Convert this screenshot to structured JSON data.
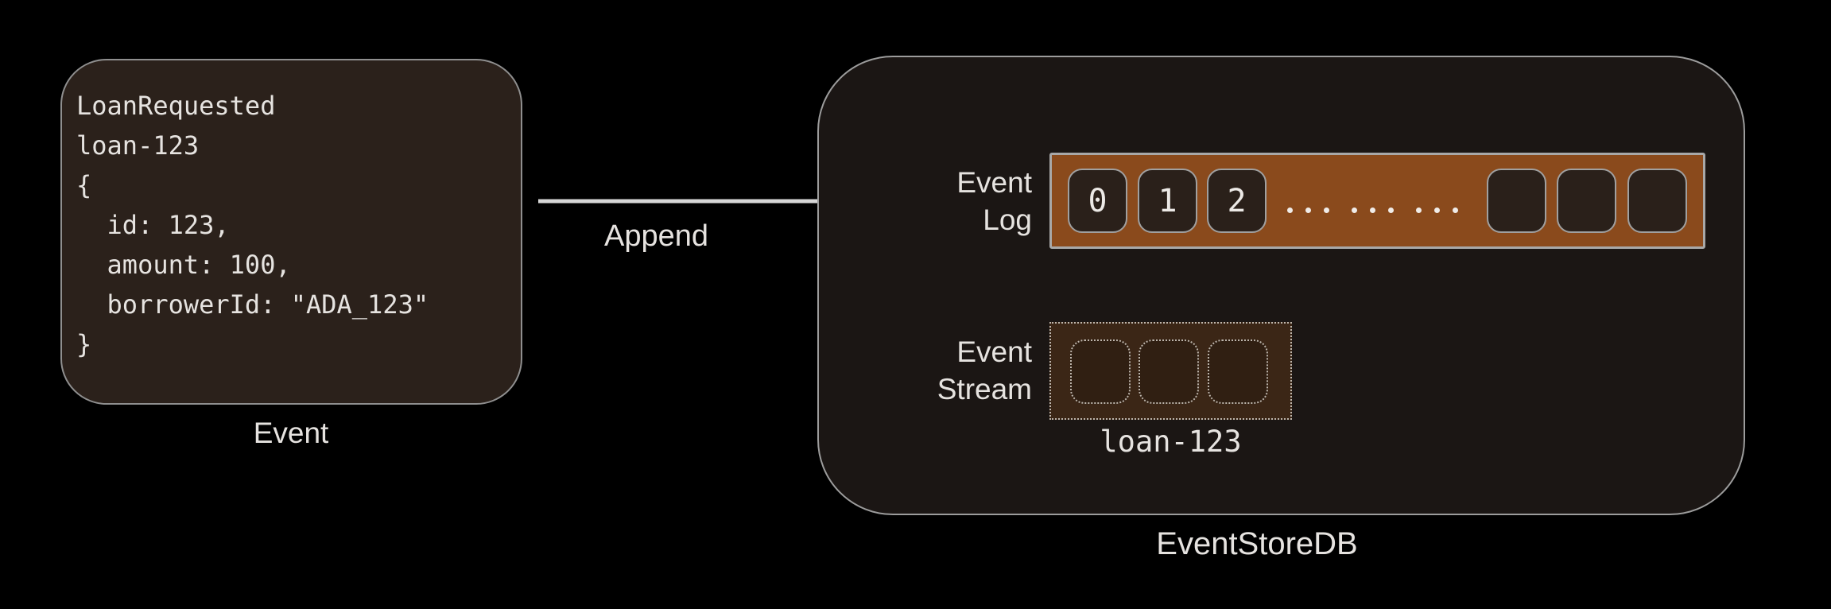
{
  "event_card": {
    "code_lines": [
      "LoanRequested",
      "loan-123",
      "{",
      "  id: 123,",
      "  amount: 100,",
      "  borrowerId: \"ADA_123\"",
      "}"
    ],
    "caption": "Event"
  },
  "append_label": "Append",
  "eventstore": {
    "caption": "EventStoreDB",
    "event_log": {
      "label_line1": "Event",
      "label_line2": "Log",
      "numbered_cells": [
        "0",
        "1",
        "2"
      ],
      "ellipsis": "... ... ...",
      "empty_cell_count": 3
    },
    "event_stream": {
      "label_line1": "Event",
      "label_line2": "Stream",
      "cell_count": 3,
      "stream_name": "loan-123"
    }
  },
  "colors": {
    "background": "#000000",
    "card_bg": "#2b211b",
    "card_border": "#8f8f8f",
    "container_bg": "#1b1614",
    "container_border": "#9c9c9c",
    "log_bar_bg": "#8a4a1c",
    "log_bar_border": "#a8a8a8",
    "cell_bg": "#2a201a",
    "cell_border": "#a0a0a0",
    "stream_box_bg": "#3b2616",
    "stream_dotted_border": "#bdb5ac",
    "arrow": "#d7d7d7",
    "text_light": "#e6e3e0"
  }
}
